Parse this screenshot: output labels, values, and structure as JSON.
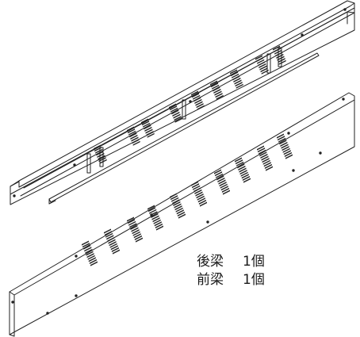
{
  "parts": [
    {
      "name": "後梁",
      "qty": "1個"
    },
    {
      "name": "前梁",
      "qty": "1個"
    }
  ],
  "colors": {
    "line": "#222222",
    "background": "#ffffff"
  }
}
